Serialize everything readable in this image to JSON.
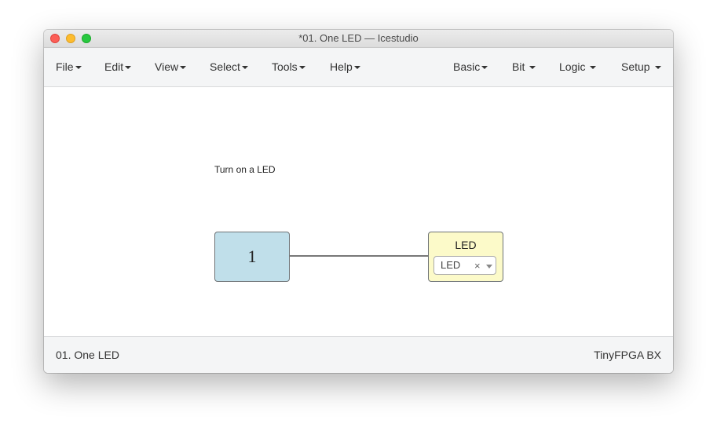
{
  "window": {
    "title": "*01. One LED — Icestudio"
  },
  "menubar": {
    "left": [
      {
        "label": "File"
      },
      {
        "label": "Edit"
      },
      {
        "label": "View"
      },
      {
        "label": "Select"
      },
      {
        "label": "Tools"
      },
      {
        "label": "Help"
      }
    ],
    "right": [
      {
        "label": "Basic"
      },
      {
        "label": "Bit"
      },
      {
        "label": "Logic"
      },
      {
        "label": "Setup"
      }
    ]
  },
  "canvas": {
    "comment": "Turn on a LED",
    "constant_block": {
      "value": "1",
      "color": "#c0dfea"
    },
    "output_block": {
      "label": "LED",
      "pin_value": "LED",
      "clear_symbol": "×",
      "color": "#fcfac9"
    }
  },
  "footer": {
    "project": "01. One LED",
    "board": "TinyFPGA BX"
  },
  "icons": {
    "close": "close-light-icon",
    "minimize": "minimize-light-icon",
    "maximize": "maximize-light-icon",
    "caret": "caret-down-icon",
    "clear": "clear-icon",
    "dropdown": "chevron-down-icon"
  }
}
